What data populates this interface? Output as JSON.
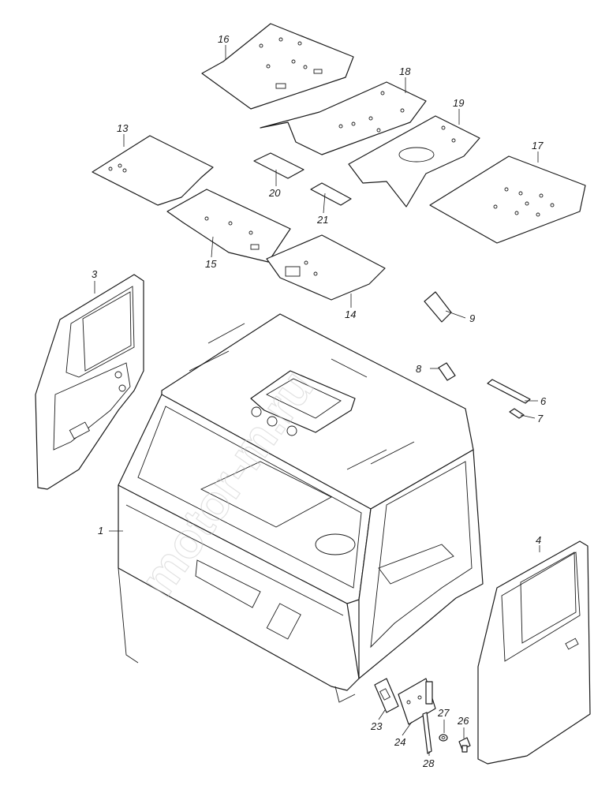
{
  "watermark": "motor-m.ru",
  "labels": {
    "p1": "1",
    "p3": "3",
    "p4": "4",
    "p6": "6",
    "p7": "7",
    "p8": "8",
    "p9": "9",
    "p13": "13",
    "p14": "14",
    "p15": "15",
    "p16": "16",
    "p17": "17",
    "p18": "18",
    "p19": "19",
    "p20": "20",
    "p21": "21",
    "p23": "23",
    "p24": "24",
    "p26": "26",
    "p27": "27",
    "p28": "28"
  }
}
